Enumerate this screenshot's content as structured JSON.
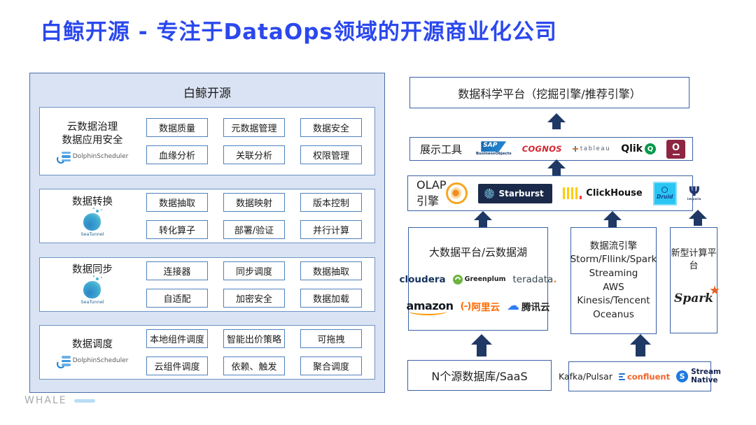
{
  "title": "白鲸开源 - 专注于DataOps领域的开源商业化公司",
  "colors": {
    "title_blue": "#2b48ee",
    "arrow_navy": "#1f3864",
    "panel_bg": "#dae3f3",
    "box_border": "#3a62a5"
  },
  "left_panel": {
    "title": "白鲸开源",
    "sections": [
      {
        "label_line1": "云数据治理",
        "label_line2": "数据应用安全",
        "logo": "DolphinScheduler",
        "buttons": [
          "数据质量",
          "元数据管理",
          "数据安全",
          "血缘分析",
          "关联分析",
          "权限管理"
        ]
      },
      {
        "label_line1": "数据转换",
        "logo": "SeaTunnel",
        "buttons": [
          "数据抽取",
          "数据映射",
          "版本控制",
          "转化算子",
          "部署/验证",
          "并行计算"
        ]
      },
      {
        "label_line1": "数据同步",
        "logo": "SeaTunnel",
        "buttons": [
          "连接器",
          "同步调度",
          "数据抽取",
          "自适配",
          "加密安全",
          "数据加载"
        ]
      },
      {
        "label_line1": "数据调度",
        "logo": "DolphinScheduler",
        "buttons": [
          "本地组件调度",
          "智能出价策略",
          "可拖拽",
          "云组件调度",
          "依赖、触发",
          "聚合调度"
        ]
      }
    ]
  },
  "right_column": {
    "data_science_platform": "数据科学平台（挖掘引擎/推荐引擎）",
    "display_tools_label": "展示工具",
    "olap_label": "OLAP引擎",
    "bigdata_title": "大数据平台/云数据湖",
    "stream_engine_line1": "数据流引擎",
    "stream_engine_line2": "Storm/Fllink/Spark Streaming",
    "stream_engine_line3": "AWS Kinesis/Tencent Oceanus",
    "new_compute_title": "新型计算平台",
    "sources_box": "N个源数据库/SaaS",
    "kafka_label": "Kafka/Pulsar"
  },
  "logos": {
    "dolphin_scheduler": "DolphinScheduler",
    "seatunnel": "SeaTunnel",
    "sap": "SAP",
    "sap_sub": "BusinessObjects",
    "cognos": "COGNOS",
    "tableau": "tableau",
    "qlik": "Qlik",
    "qlik_q": "Q",
    "o_bi": "O",
    "starburst": "Starburst",
    "clickhouse": "ClickHouse",
    "druid": "Druid",
    "impala_glyph": "Ψ",
    "impala_sub": "impala",
    "cloudera": "cloudera",
    "greenplum": "Greenplum",
    "teradata": "teradata",
    "teradata_dot": ".",
    "amazon": "amazon",
    "aliyun_prefix": "(-)",
    "aliyun": "阿里云",
    "tencent_cloud": "腾讯云",
    "tencent_cloud_glyph": "☁",
    "spark": "Spark",
    "confluent": "confluent",
    "stream_native_line1": "Stream",
    "stream_native_line2": "Native",
    "stream_native_mark": "S"
  },
  "footer": {
    "brand": "WHALE"
  }
}
